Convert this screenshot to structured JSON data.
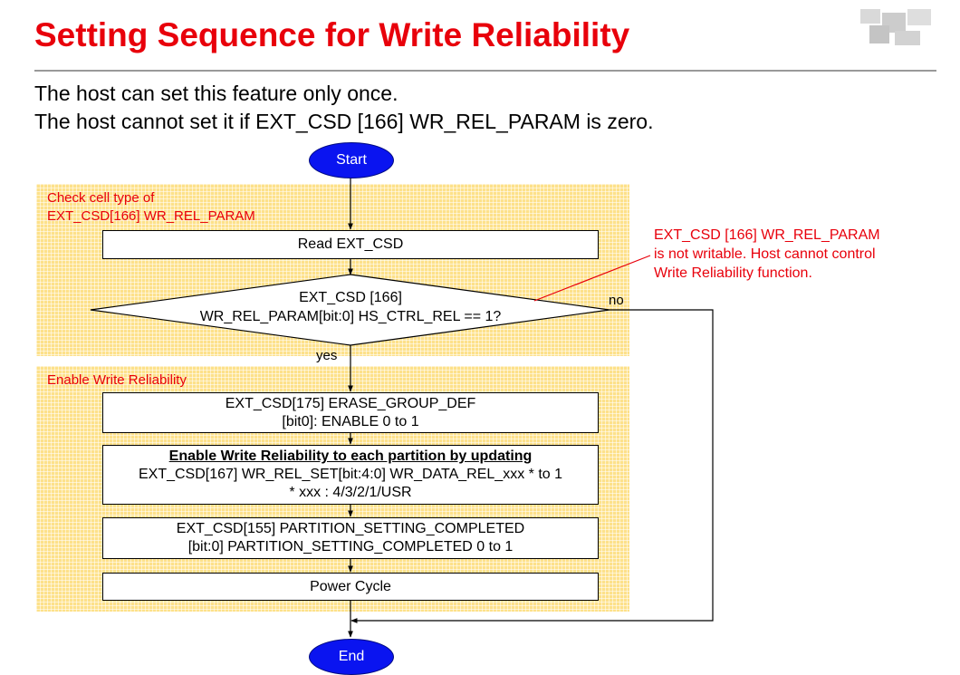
{
  "header": {
    "title": "Setting Sequence for Write Reliability",
    "subtitle_lines": [
      "The host can set this feature only once.",
      "The host cannot set it if EXT_CSD [166] WR_REL_PARAM is zero."
    ]
  },
  "flowchart": {
    "start_label": "Start",
    "end_label": "End",
    "regions": [
      {
        "label_lines": [
          "Check cell type of",
          "EXT_CSD[166] WR_REL_PARAM"
        ]
      },
      {
        "label_lines": [
          "Enable Write Reliability"
        ]
      }
    ],
    "steps": {
      "read": "Read EXT_CSD",
      "decision_lines": [
        "EXT_CSD [166]",
        "WR_REL_PARAM[bit:0] HS_CTRL_REL == 1?"
      ],
      "erase_group": [
        "EXT_CSD[175] ERASE_GROUP_DEF",
        "[bit0]: ENABLE 0 to 1"
      ],
      "enable_rel": {
        "heading": "Enable Write Reliability to each partition by updating",
        "lines": [
          "EXT_CSD[167] WR_REL_SET[bit:4:0] WR_DATA_REL_xxx * to 1",
          "* xxx : 4/3/2/1/USR"
        ]
      },
      "partition": [
        "EXT_CSD[155] PARTITION_SETTING_COMPLETED",
        "[bit:0] PARTITION_SETTING_COMPLETED  0 to 1"
      ],
      "power": "Power Cycle"
    },
    "yes_label": "yes",
    "no_label": "no",
    "note_lines": [
      "EXT_CSD [166] WR_REL_PARAM",
      "is not writable. Host cannot control",
      "Write Reliability function."
    ],
    "colors": {
      "title": "#e8000b",
      "region_fill": "#fde18a",
      "terminal_fill": "#0a14f0",
      "note_text": "#e8000b"
    }
  }
}
